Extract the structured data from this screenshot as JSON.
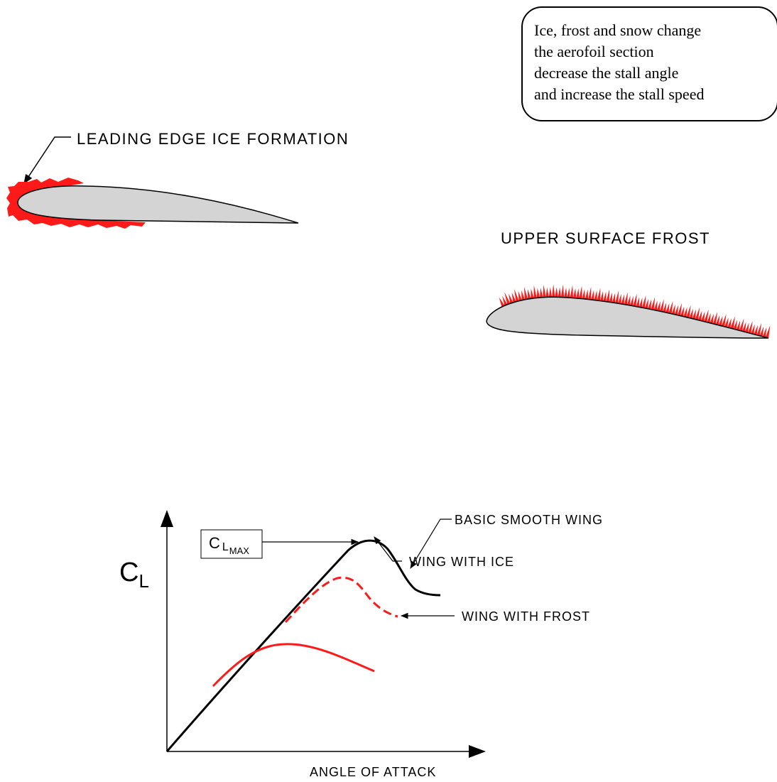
{
  "note": {
    "lines": [
      "Ice, frost and snow change",
      "the aerofoil section",
      "decrease the stall angle",
      "and increase the stall speed"
    ]
  },
  "labels": {
    "leading_edge_ice": "LEADING  EDGE  ICE  FORMATION",
    "upper_surface_frost": "UPPER  SURFACE  FROST"
  },
  "graph": {
    "y_axis_label_main": "C",
    "y_axis_label_sub": "L",
    "x_axis_label": "ANGLE  OF  ATTACK",
    "clmax_main": "C",
    "clmax_sub1": "L",
    "clmax_sub2": "MAX",
    "curve_labels": {
      "basic": "BASIC  SMOOTH  WING",
      "frost": "WING  WITH  FROST",
      "ice": "WING  WITH  ICE"
    }
  },
  "colors": {
    "ice": "#ff1a1a",
    "aerofoil_fill": "#d4d4d4",
    "outline": "#000000"
  }
}
